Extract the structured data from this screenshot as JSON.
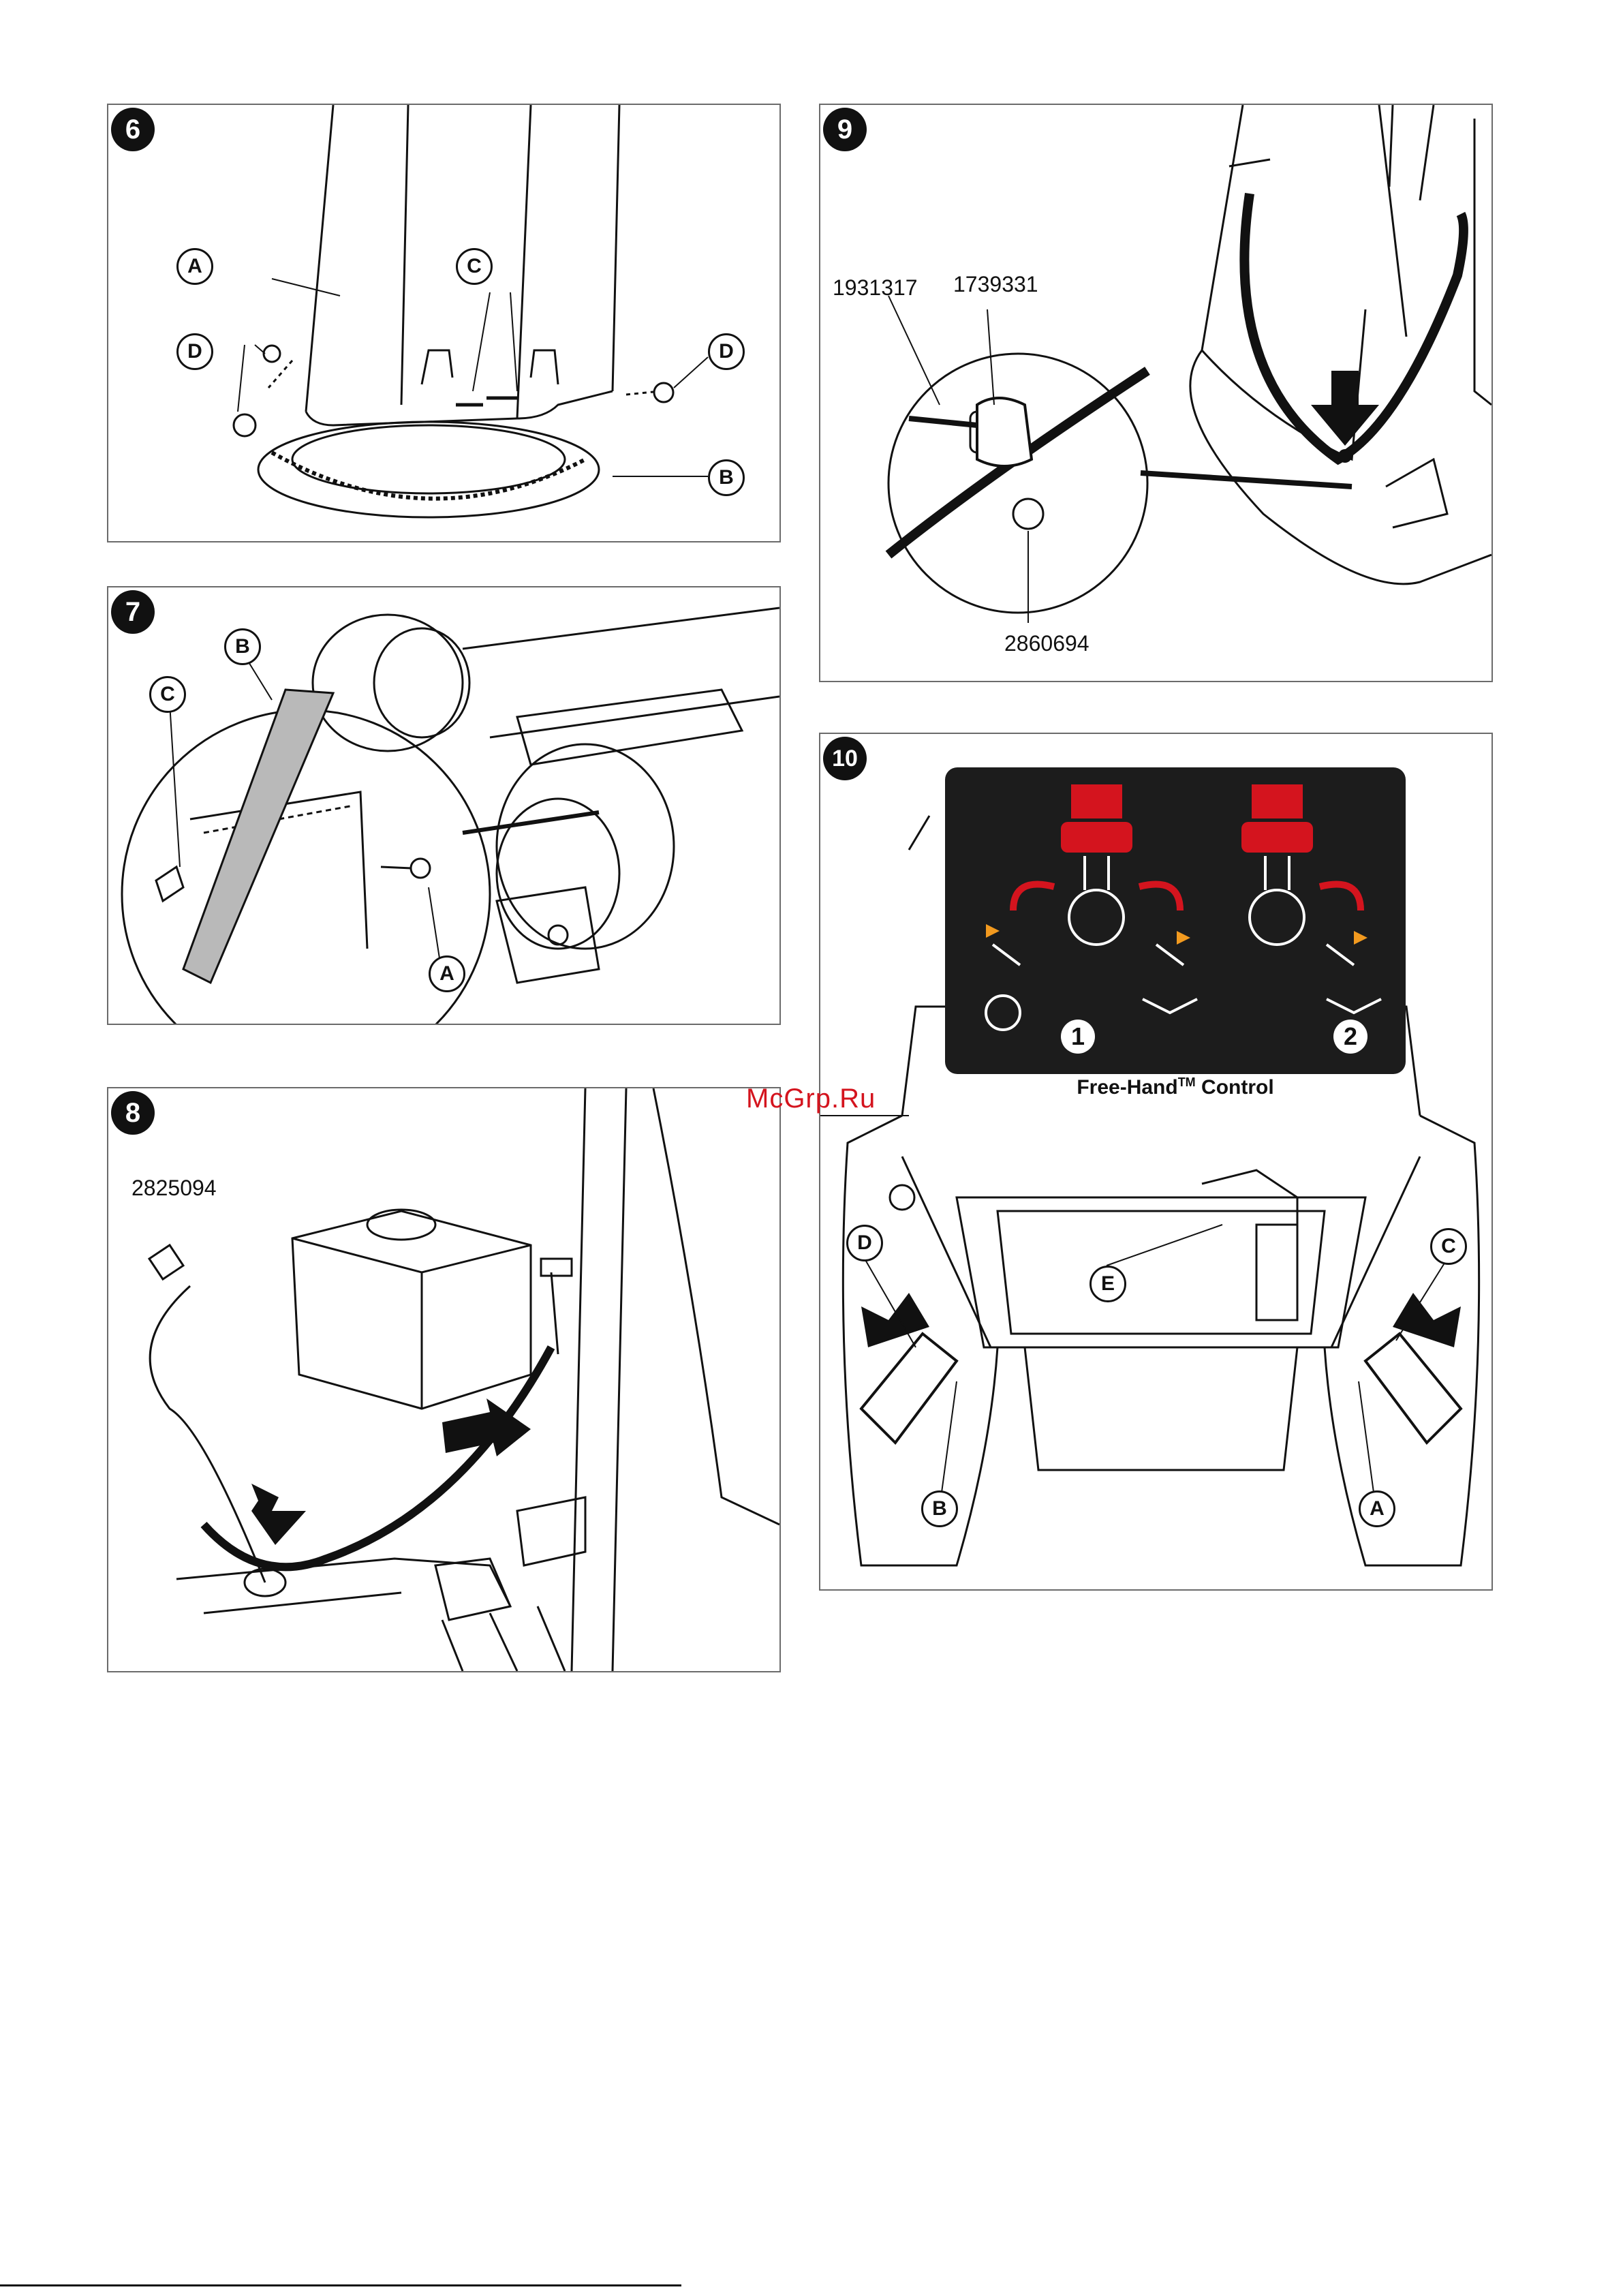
{
  "watermark": "McGrp.Ru",
  "figures": [
    {
      "number": "6",
      "callouts": [
        "A",
        "C",
        "D",
        "D",
        "B"
      ]
    },
    {
      "number": "7",
      "callouts": [
        "C",
        "B",
        "A"
      ]
    },
    {
      "number": "8",
      "part_numbers": [
        "2825094"
      ]
    },
    {
      "number": "9",
      "part_numbers": [
        "1931317",
        "1739331",
        "2860694"
      ]
    },
    {
      "number": "10",
      "callouts": [
        "D",
        "C",
        "E",
        "B",
        "A"
      ],
      "decal": {
        "step_1": "1",
        "step_2": "2",
        "caption_main": "Free-Hand",
        "caption_sup": "TM",
        "caption_tail": " Control"
      }
    }
  ],
  "colors": {
    "decal_bg": "#1c1c1c",
    "accent_red": "#d4141e",
    "accent_orange": "#f29a1f",
    "line": "#111111"
  }
}
